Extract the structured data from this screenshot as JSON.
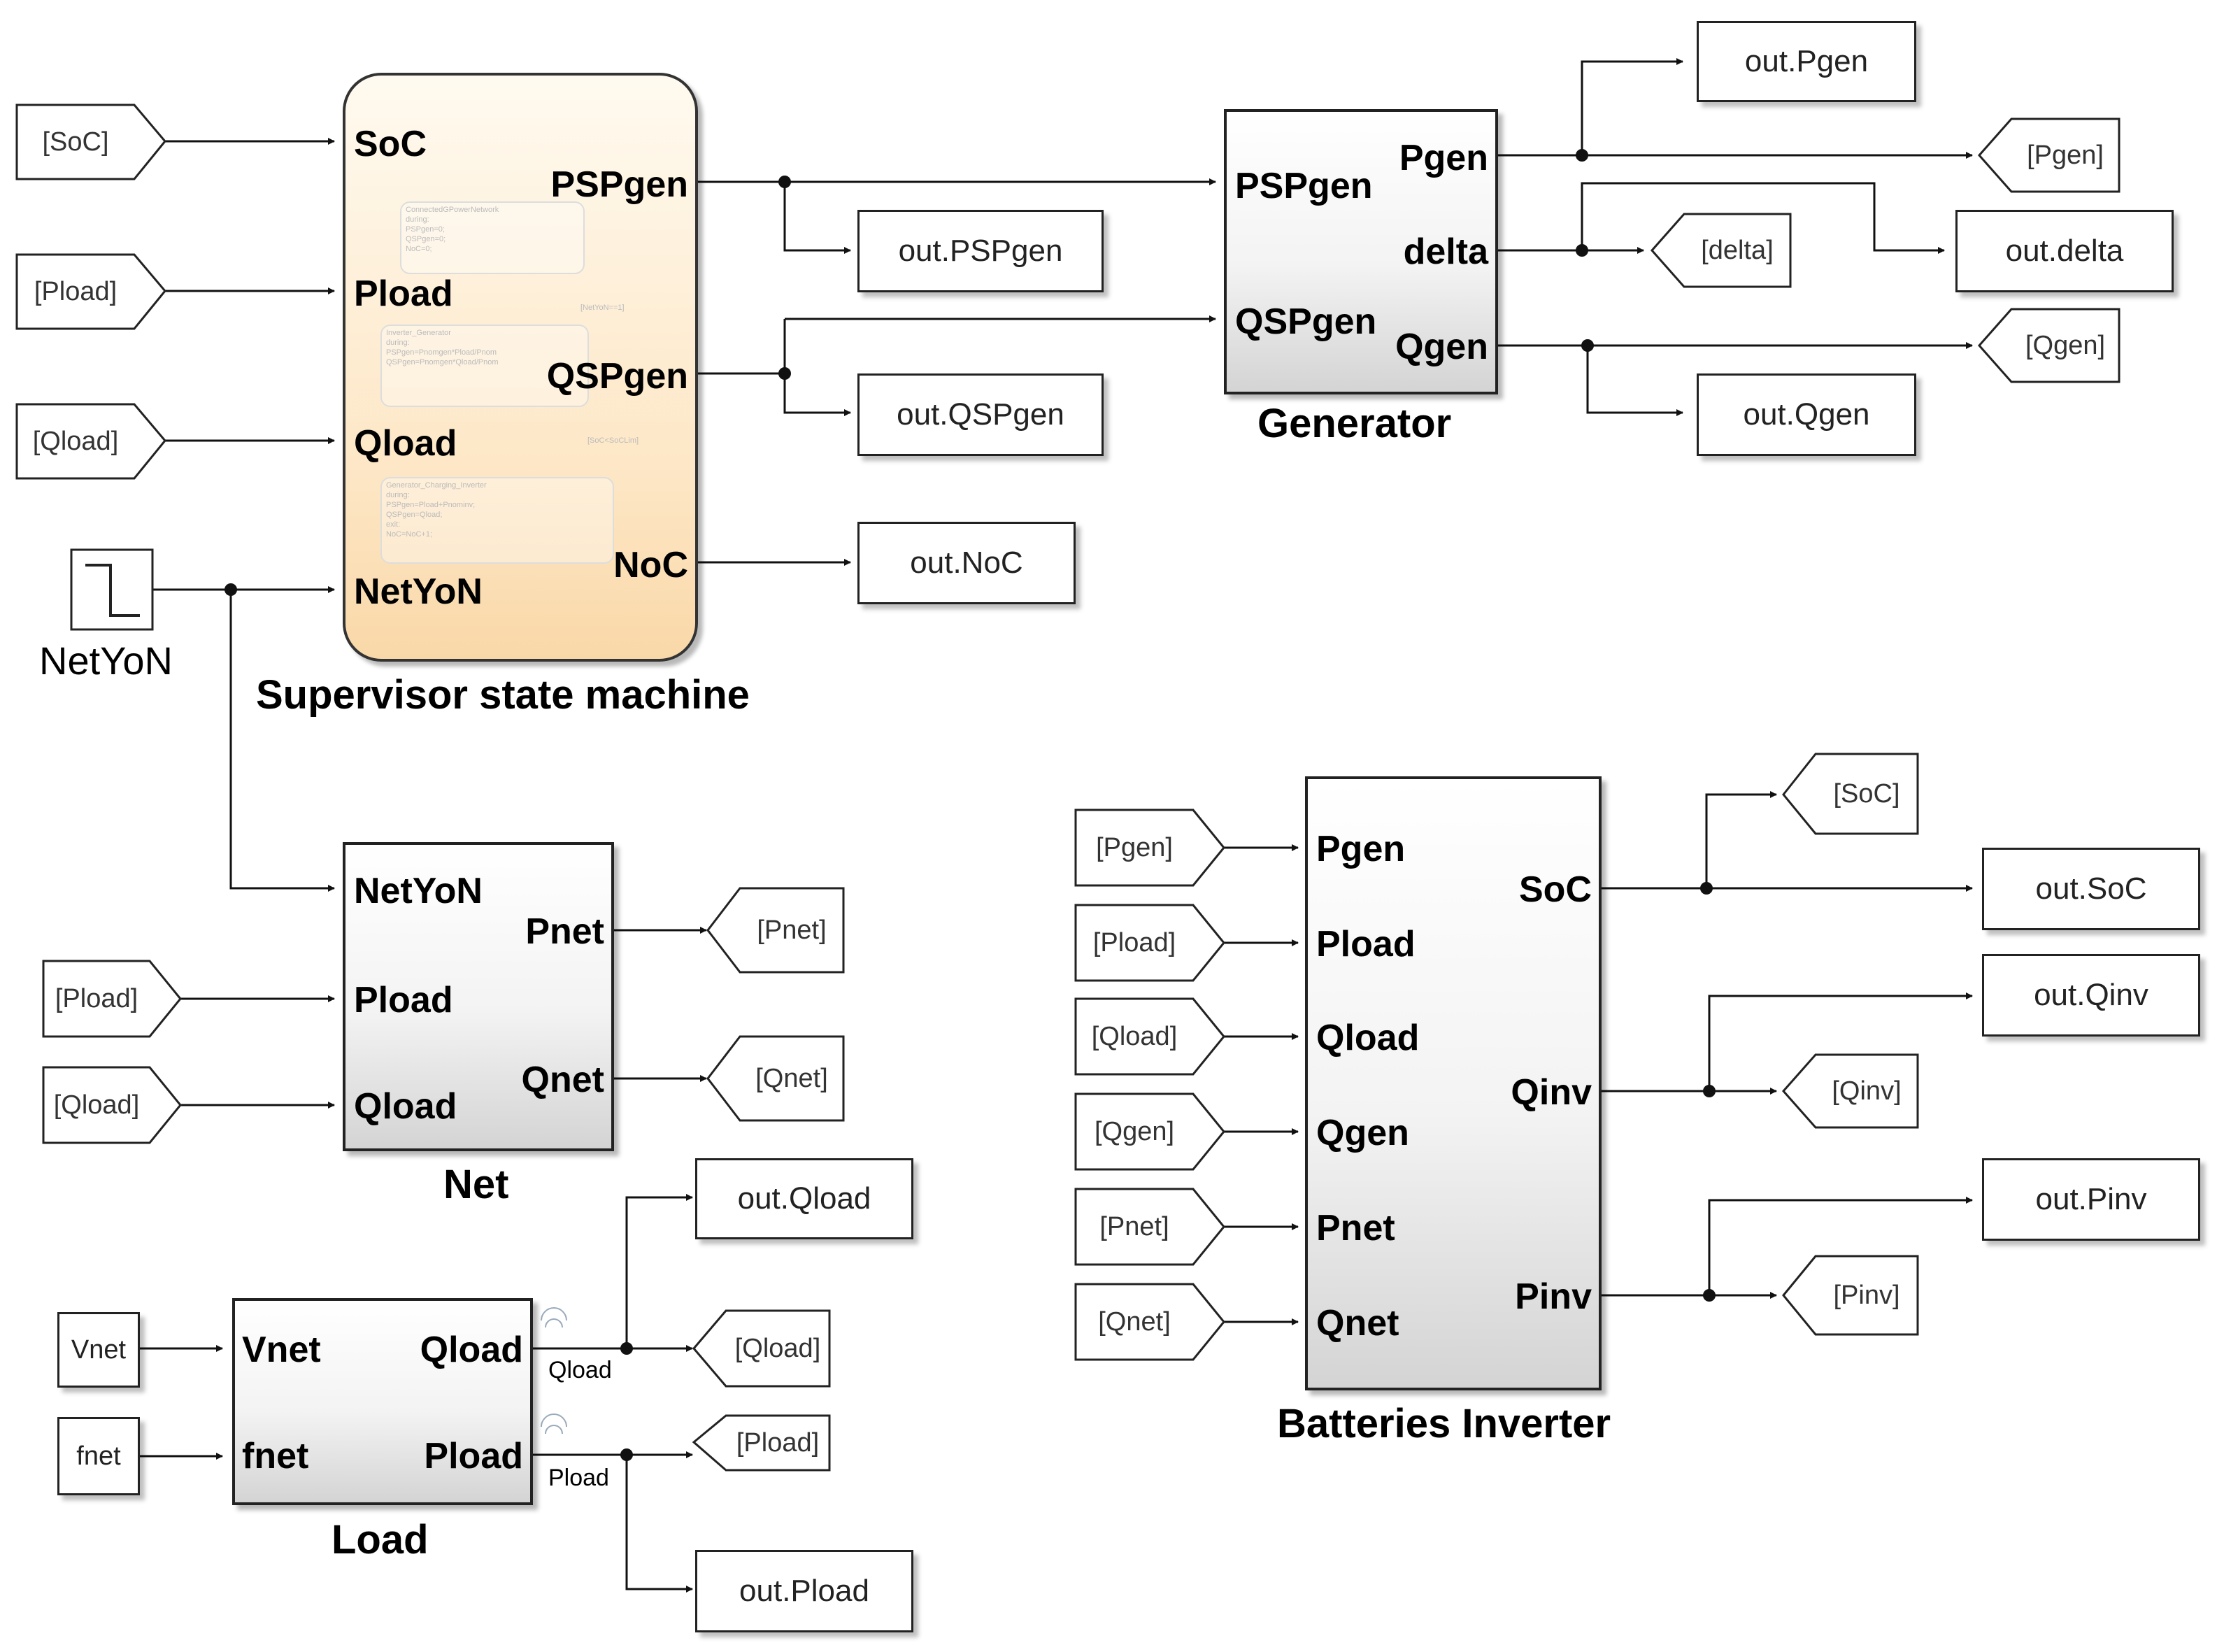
{
  "supervisor": {
    "title": "Supervisor state machine",
    "inputs": [
      "SoC",
      "Pload",
      "Qload",
      "NetYoN"
    ],
    "outputs": [
      "PSPgen",
      "QSPgen",
      "NoC"
    ],
    "states": [
      {
        "name": "ConnectedGPowerNetwork",
        "lines": [
          "during:",
          "PSPgen=0;",
          "QSPgen=0;",
          "NoC=0;"
        ]
      },
      {
        "name": "Inverter_Generator",
        "lines": [
          "during:",
          "PSPgen=Pnomgen*Pload/Pnom",
          "QSPgen=Pnomgen*Qload/Pnom"
        ]
      },
      {
        "name": "Generator_Charging_Inverter",
        "lines": [
          "during:",
          "PSPgen=Pload+Pnominv;",
          "QSPgen=Qload;",
          "exit:",
          "NoC=NoC+1;"
        ]
      }
    ],
    "transitions": [
      "[NetYoN==1]",
      "[SoC<SoCLim]"
    ]
  },
  "netyon_source": {
    "label": "NetYoN"
  },
  "generator": {
    "title": "Generator",
    "inputs": [
      "PSPgen",
      "QSPgen"
    ],
    "outputs": [
      "Pgen",
      "delta",
      "Qgen"
    ]
  },
  "net": {
    "title": "Net",
    "inputs": [
      "NetYoN",
      "Pload",
      "Qload"
    ],
    "outputs": [
      "Pnet",
      "Qnet"
    ]
  },
  "load": {
    "title": "Load",
    "inputs": [
      "Vnet",
      "fnet"
    ],
    "outputs": [
      "Qload",
      "Pload"
    ],
    "signal_labels": [
      "Qload",
      "Pload"
    ]
  },
  "inverter": {
    "title": "Batteries Inverter",
    "inputs": [
      "Pgen",
      "Pload",
      "Qload",
      "Qgen",
      "Pnet",
      "Qnet"
    ],
    "outputs": [
      "SoC",
      "Qinv",
      "Pinv"
    ]
  },
  "constants": [
    "Vnet",
    "fnet"
  ],
  "from_tags": [
    "[SoC]",
    "[Pload]",
    "[Qload]",
    "[Pload]",
    "[Qload]",
    "[Pgen]",
    "[Pload]",
    "[Qload]",
    "[Qgen]",
    "[Pnet]",
    "[Qnet]"
  ],
  "goto_tags": [
    "[Pgen]",
    "[delta]",
    "[Qgen]",
    "[Pnet]",
    "[Qnet]",
    "[Qload]",
    "[Pload]",
    "[SoC]",
    "[Qinv]",
    "[Pinv]"
  ],
  "outports": [
    "out.Pgen",
    "out.PSPgen",
    "out.delta",
    "out.QSPgen",
    "out.Qgen",
    "out.NoC",
    "out.Qload",
    "out.Pload",
    "out.SoC",
    "out.Qinv",
    "out.Pinv"
  ]
}
